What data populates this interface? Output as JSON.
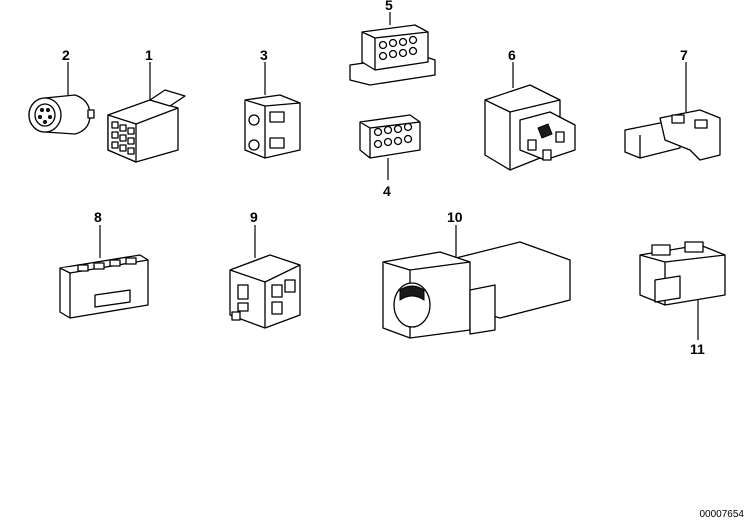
{
  "diagram": {
    "reference_number": "00007654",
    "parts": [
      {
        "label": "1",
        "name": "connector-housing-1"
      },
      {
        "label": "2",
        "name": "round-plug-2"
      },
      {
        "label": "3",
        "name": "connector-housing-3"
      },
      {
        "label": "4",
        "name": "socket-housing-4"
      },
      {
        "label": "5",
        "name": "plug-housing-5"
      },
      {
        "label": "6",
        "name": "relay-socket-6"
      },
      {
        "label": "7",
        "name": "bracket-housing-7"
      },
      {
        "label": "8",
        "name": "connector-housing-8"
      },
      {
        "label": "9",
        "name": "connector-housing-9"
      },
      {
        "label": "10",
        "name": "holder-housing-10"
      },
      {
        "label": "11",
        "name": "connector-housing-11"
      }
    ]
  }
}
